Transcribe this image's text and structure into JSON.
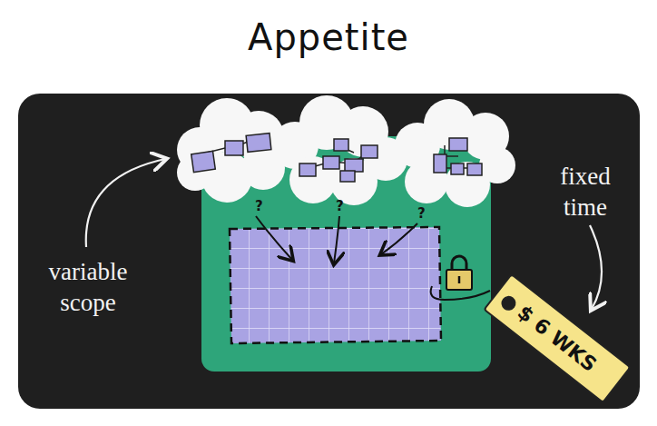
{
  "diagram": {
    "title": "Appetite",
    "nodes": [
      {
        "text": [
          "$ 6 WKS"
        ]
      }
    ],
    "labels": [
      "variable scope",
      "fixed time",
      "?",
      "?",
      "?"
    ]
  }
}
